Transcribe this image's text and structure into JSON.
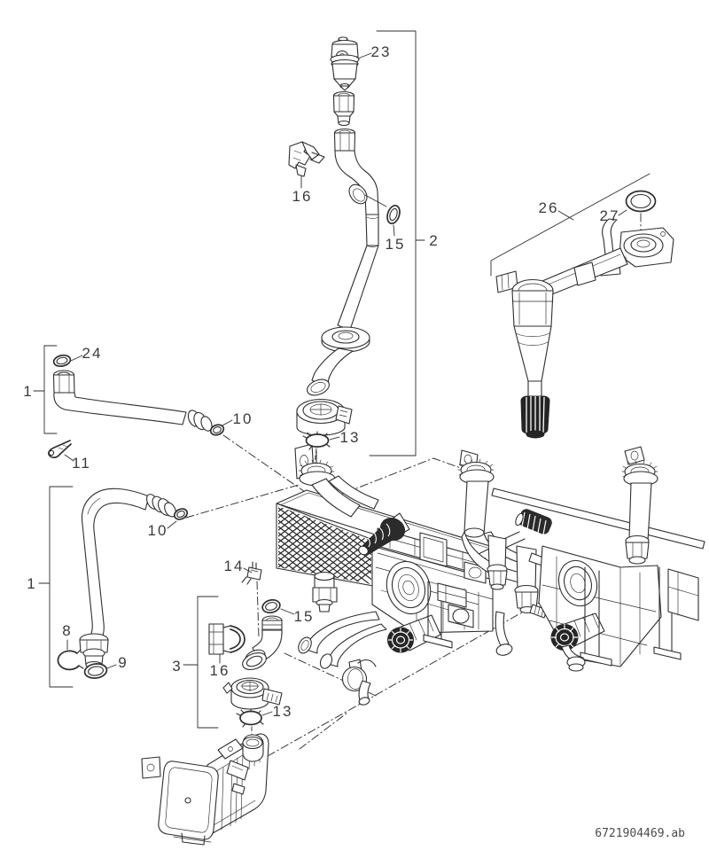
{
  "page": {
    "background_color": "#ffffff",
    "line_color": "#2e2e2e",
    "label_color": "#3a3a3a"
  },
  "diagram": {
    "callouts": {
      "c1_upper": "1",
      "c1_lower": "1",
      "c2": "2",
      "c3": "3",
      "c8": "8",
      "c9": "9",
      "c10_upper": "10",
      "c10_lower": "10",
      "c11": "11",
      "c13_upper": "13",
      "c13_lower": "13",
      "c14": "14",
      "c15_upper": "15",
      "c15_lower": "15",
      "c16_upper": "16",
      "c16_lower": "16",
      "c23": "23",
      "c24": "24",
      "c26": "26",
      "c27": "27"
    }
  },
  "footer": {
    "document_number": "6721904469.ab"
  }
}
